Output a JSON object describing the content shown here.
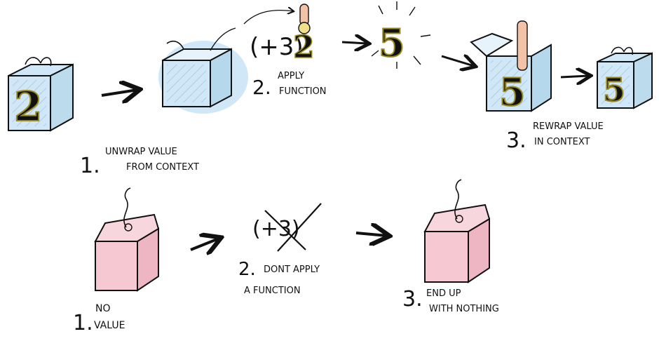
{
  "colors": {
    "ink": "#111111",
    "blue_box": "#cfe7f6",
    "blue_glow": "#a9d3f0",
    "pink_box": "#f6c9d2",
    "number_yellow": "#f1e08a",
    "number_outline": "#9a8a20",
    "arm_skin": "#f3c3a8"
  },
  "top_row": {
    "value_in": "2",
    "function": "(+3)",
    "result": "5",
    "step1": {
      "num": "1.",
      "line1": "UNWRAP VALUE",
      "line2": "FROM CONTEXT"
    },
    "step2": {
      "num": "2.",
      "line1": "APPLY",
      "line2": "FUNCTION"
    },
    "step3": {
      "num": "3.",
      "line1": "REWRAP VALUE",
      "line2": "IN CONTEXT"
    }
  },
  "bottom_row": {
    "function": "(+3)",
    "step1": {
      "num": "1.",
      "line1": "NO",
      "line2": "VALUE"
    },
    "step2": {
      "num": "2.",
      "line1": "DONT APPLY",
      "line2": "A FUNCTION"
    },
    "step3": {
      "num": "3.",
      "line1": "END UP",
      "line2": "WITH NOTHING"
    }
  }
}
